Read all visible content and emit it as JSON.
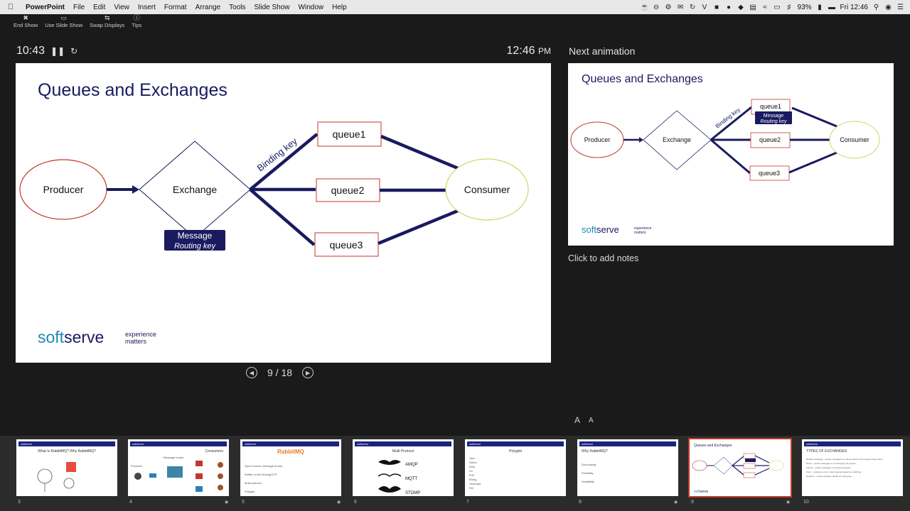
{
  "menubar": {
    "app": "PowerPoint",
    "items": [
      "File",
      "Edit",
      "View",
      "Insert",
      "Format",
      "Arrange",
      "Tools",
      "Slide Show",
      "Window",
      "Help"
    ],
    "battery": "93%",
    "clock": "Fri 12:46"
  },
  "toolbar": {
    "items": [
      {
        "label": "End Show",
        "icon": "close-circle-icon"
      },
      {
        "label": "Use Slide Show",
        "icon": "screen-icon"
      },
      {
        "label": "Swap Displays",
        "icon": "swap-icon"
      },
      {
        "label": "Tips",
        "icon": "info-icon"
      }
    ]
  },
  "presenter": {
    "elapsed": "10:43",
    "time": "12:46",
    "ampm": "PM",
    "next_label": "Next animation",
    "slide_counter": "9 / 18",
    "notes_placeholder": "Click to add notes",
    "font_up": "A",
    "font_down": "A"
  },
  "slide": {
    "title": "Queues and Exchanges",
    "producer": "Producer",
    "exchange": "Exchange",
    "consumer": "Consumer",
    "queues": [
      "queue1",
      "queue2",
      "queue3"
    ],
    "binding_key": "Binding key",
    "message": "Message",
    "routing_key": "Routing key",
    "brand": "softserve",
    "brand_soft": "soft",
    "brand_serve": "serve",
    "tagline1": "experience",
    "tagline2": "matters",
    "colors": {
      "title": "#1a1a60",
      "navy": "#1a1a60",
      "producer_border": "#c0392b",
      "consumer_border": "#d4d46a",
      "queue_border": "#c0392b",
      "brand": "#1e88b4"
    }
  },
  "thumbnails": [
    {
      "num": "3",
      "title": "What Is RabbitMQ? Why RabbitMQ?",
      "star": false
    },
    {
      "num": "4",
      "title": "Consumers",
      "labels": [
        "Producer",
        "Message broker"
      ],
      "star": true
    },
    {
      "num": "5",
      "title": "RabbitMQ",
      "lines": [
        "Open Source message broker",
        "Written in the Erlang/OTP",
        "Multi protocol",
        "Polyglot"
      ],
      "star": true
    },
    {
      "num": "6",
      "title": "Multi Protocol",
      "lines": [
        "AMQP",
        "MQTT",
        "STOMP"
      ],
      "star": false
    },
    {
      "num": "7",
      "title": "Polyglot",
      "lines": [
        "Java",
        "Python",
        "Ruby",
        "Go",
        "PHP",
        "Erlang",
        "JavaScript",
        "Perl"
      ],
      "star": false
    },
    {
      "num": "8",
      "title": "Why RabbitMQ?",
      "lines": [
        "Decoupling",
        "Flexibility",
        "Scalability"
      ],
      "star": true
    },
    {
      "num": "9",
      "title": "Queues and Exchanges",
      "star": true,
      "selected": true
    },
    {
      "num": "10",
      "title": "TYPES OF EXCHANGES",
      "lines": [
        "Default exchange – sends messages to a queue which name equal routing name.",
        "Direct – sends messages to a routing key the queue.",
        "Fanout – sends messages to all bound queues.",
        "Topic – routing to one or many queues based on matching.",
        "Headers – using a header instead of routing key."
      ],
      "star": false
    }
  ]
}
